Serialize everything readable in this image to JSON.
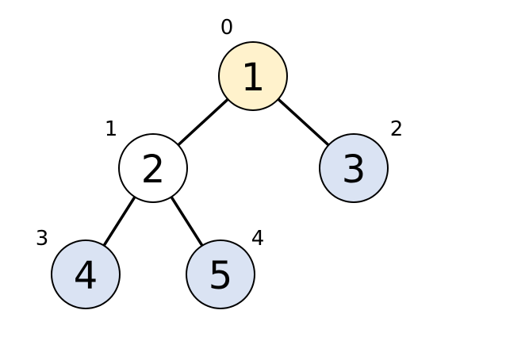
{
  "tree": {
    "nodes": [
      {
        "id": "n0",
        "value": "1",
        "index": "0",
        "fill": "#fff2cc"
      },
      {
        "id": "n1",
        "value": "2",
        "index": "1",
        "fill": "#ffffff"
      },
      {
        "id": "n2",
        "value": "3",
        "index": "2",
        "fill": "#dae3f3"
      },
      {
        "id": "n3",
        "value": "4",
        "index": "3",
        "fill": "#dae3f3"
      },
      {
        "id": "n4",
        "value": "5",
        "index": "4",
        "fill": "#dae3f3"
      }
    ],
    "edges": [
      {
        "from": "n0",
        "to": "n1"
      },
      {
        "from": "n0",
        "to": "n2"
      },
      {
        "from": "n1",
        "to": "n3"
      },
      {
        "from": "n1",
        "to": "n4"
      }
    ]
  }
}
